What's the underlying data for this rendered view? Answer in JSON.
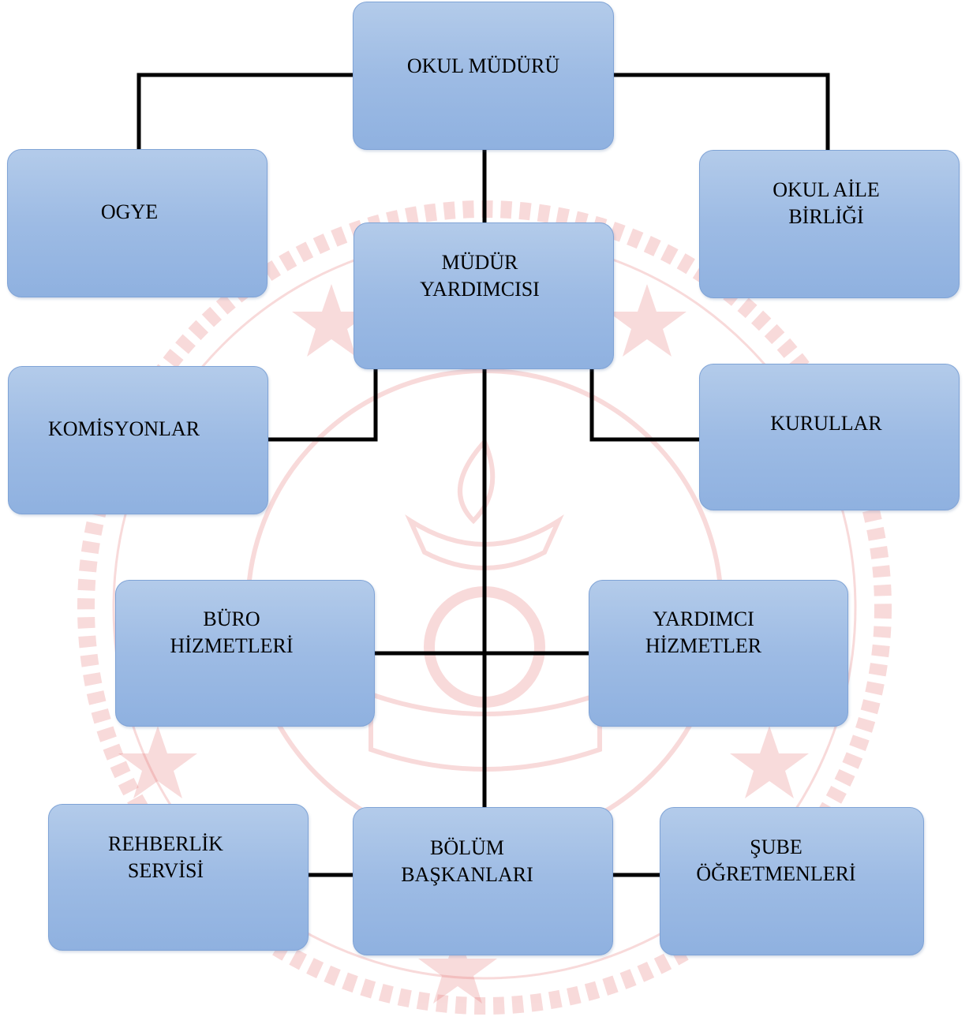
{
  "nodes": {
    "okul_muduru": "OKUL MÜDÜRÜ",
    "ogye": "OGYE",
    "okul_aile_birligi": "OKUL AİLE\nBİRLİĞİ",
    "mudur_yardimcisi": "MÜDÜR\nYARDIMCISI",
    "komisyonlar": "KOMİSYONLAR",
    "kurullar": "KURULLAR",
    "buro_hizmetleri": "BÜRO\nHİZMETLERİ",
    "yardimci_hizmetler": "YARDIMCI\nHİZMETLER",
    "rehberlik_servisi": "REHBERLİK\nSERVİSİ",
    "bolum_baskanlari": "BÖLÜM\nBAŞKANLARI",
    "sube_ogretmenleri": "ŞUBE\nÖĞRETMENLERİ"
  },
  "colors": {
    "box_fill_top": "#b3cbea",
    "box_fill_bottom": "#8fb1e0",
    "box_border": "#7fa3d6",
    "connector": "#000000",
    "watermark": "#e05a5a"
  },
  "watermark_icon": "ministry-of-education-emblem"
}
